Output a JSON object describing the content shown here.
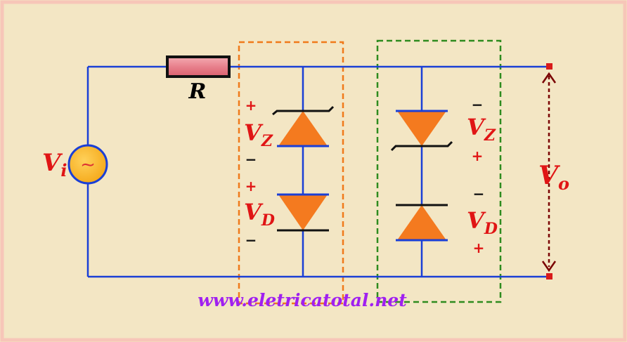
{
  "labels": {
    "input_main": "V",
    "input_sub": "i",
    "output_main": "V",
    "output_sub": "o",
    "resistor": "R",
    "zener_main": "V",
    "zener_sub": "Z",
    "diode_main": "V",
    "diode_sub": "D"
  },
  "signs": {
    "plus": "+",
    "minus": "−"
  },
  "source_symbol": "∼",
  "website": "www.eletricatotal.net",
  "colors": {
    "background": "#f3e6c4",
    "frame": "#f7c6b8",
    "wire": "#1a3fd6",
    "diode_fill": "#f47a1f",
    "label_red": "#e01515",
    "orange_box": "#f07a1a",
    "green_box": "#2e8b1f",
    "resistor": "#e88591",
    "source_fill": "#f9b51c",
    "arrow": "#7a0000",
    "terminal": "#d81b1b",
    "website": "#a020f0"
  }
}
